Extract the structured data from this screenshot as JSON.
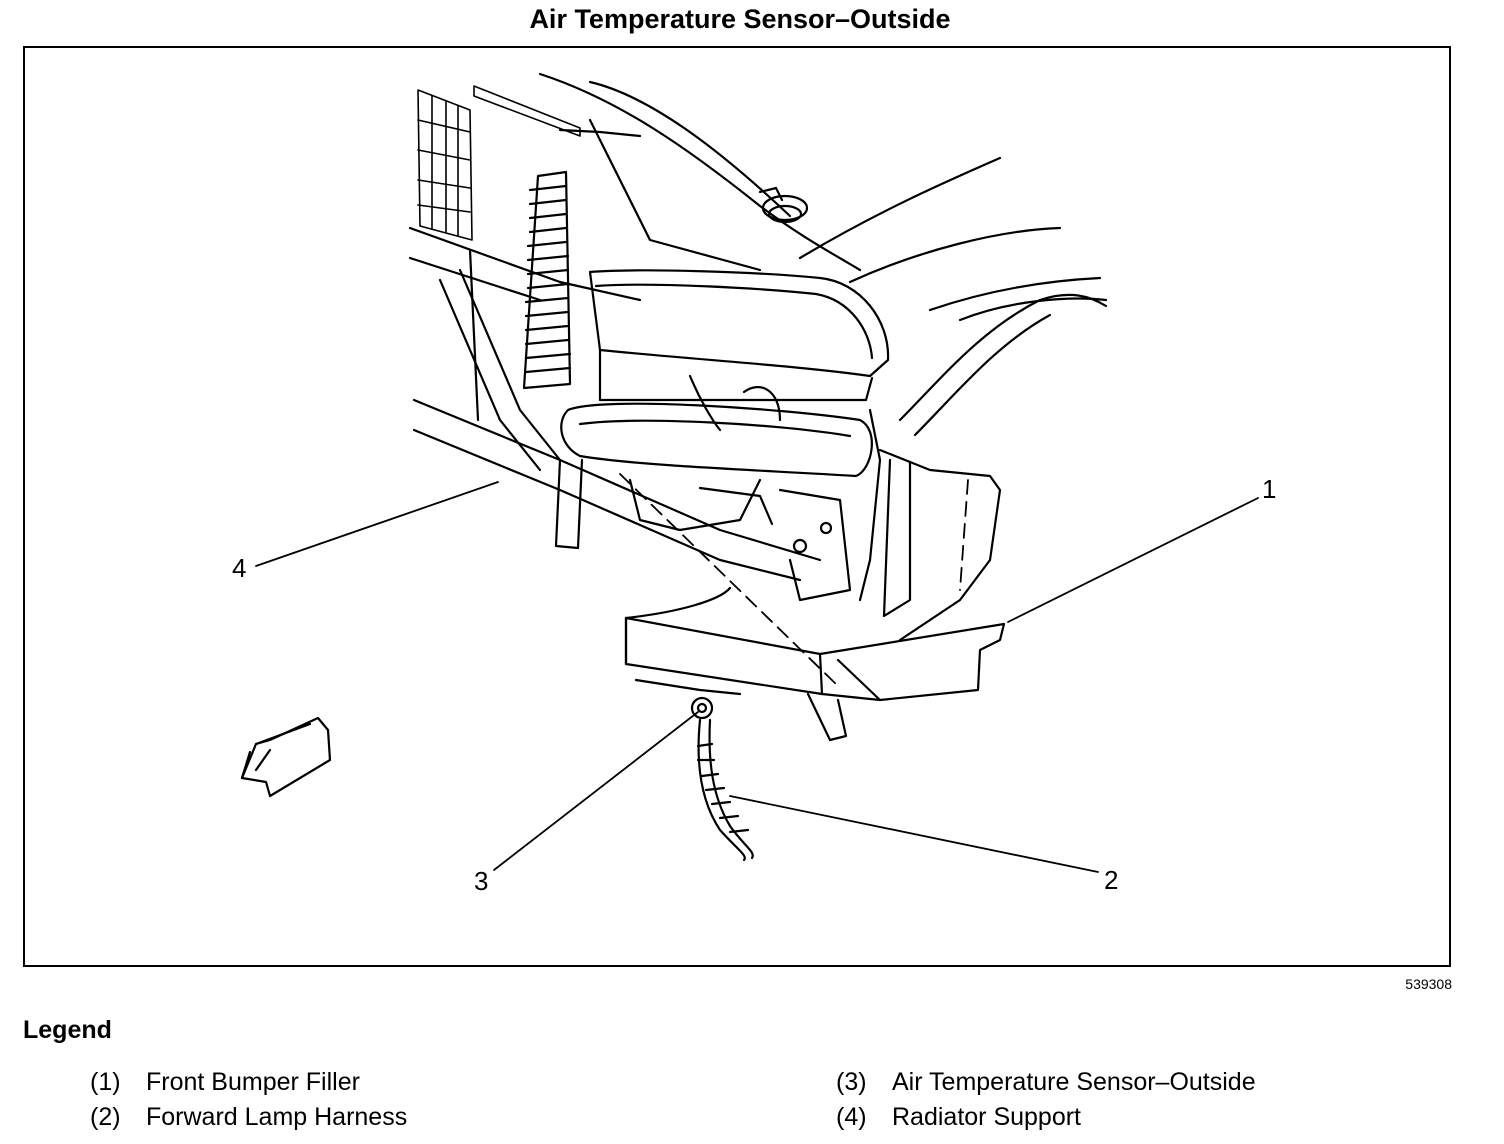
{
  "title": "Air Temperature Sensor–Outside",
  "figure_number": "539308",
  "callouts": [
    "1",
    "2",
    "3",
    "4"
  ],
  "legend": {
    "heading": "Legend",
    "items": [
      {
        "num": "(1)",
        "label": "Front Bumper Filler"
      },
      {
        "num": "(2)",
        "label": "Forward Lamp Harness"
      },
      {
        "num": "(3)",
        "label": "Air Temperature Sensor–Outside"
      },
      {
        "num": "(4)",
        "label": "Radiator Support"
      }
    ]
  }
}
